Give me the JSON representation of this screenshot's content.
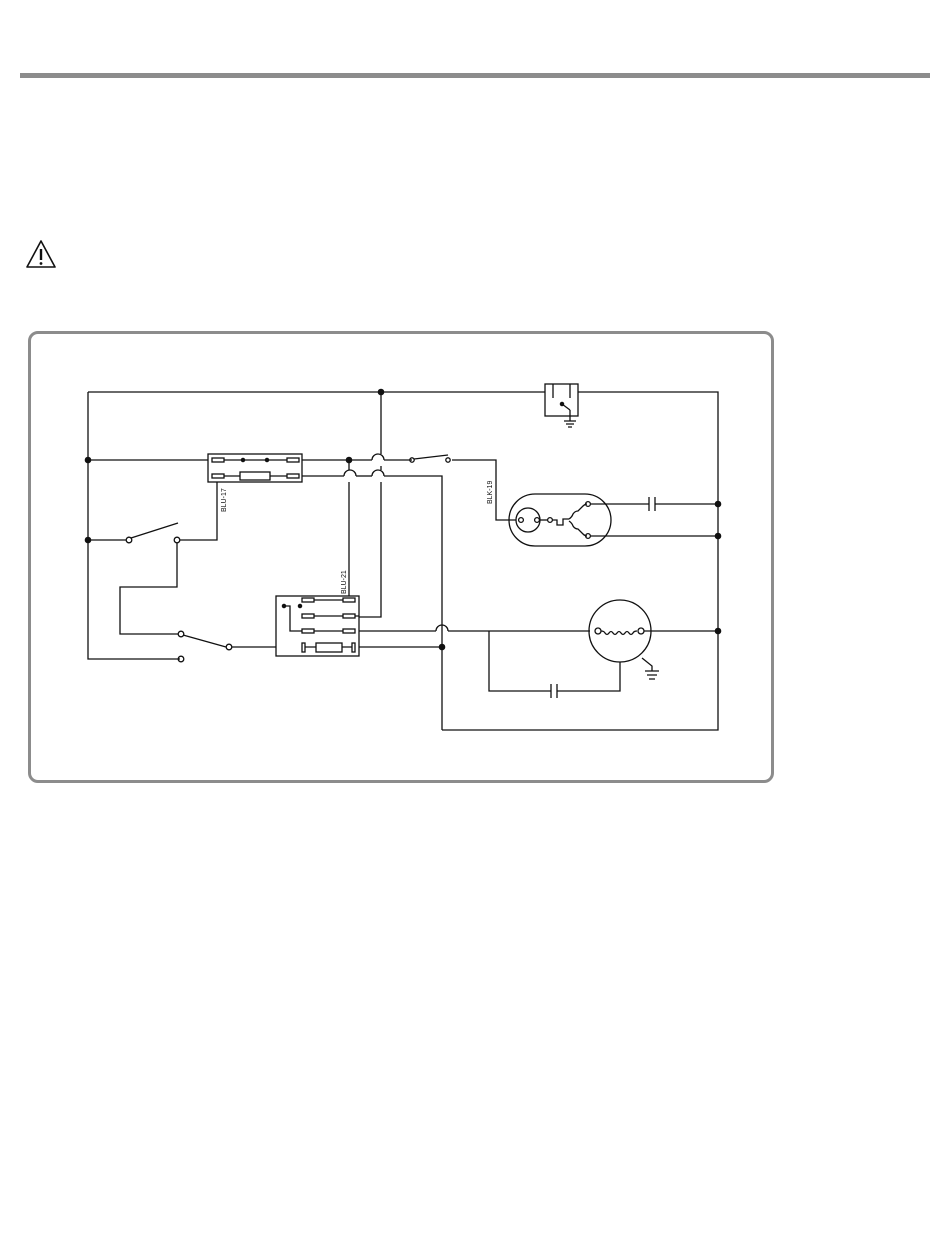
{
  "diagram": {
    "labels": {
      "thermostat": "BLU-17",
      "relay": "BLU-21",
      "compressor": "BLK-19"
    }
  },
  "colors": {
    "rule": "#8c8c8c",
    "line": "#111111"
  },
  "icons": {
    "warning": "warning-triangle-icon"
  }
}
